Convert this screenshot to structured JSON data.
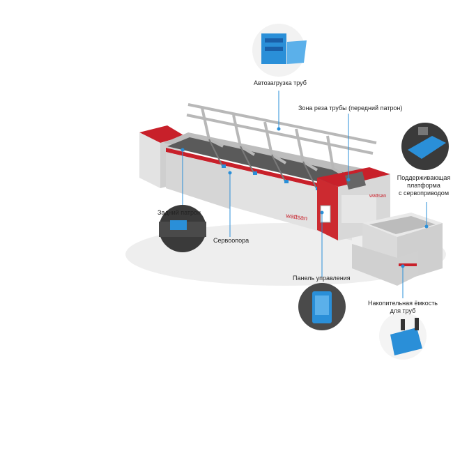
{
  "labels": {
    "autoload": "Автозагрузка труб",
    "cut_zone": "Зона реза трубы (передний патрон)",
    "support_line1": "Поддерживающая",
    "support_line2": "платформа",
    "support_line3": "с сервоприводом",
    "rear_chuck": "Задний патрон",
    "servo_support": "Сервоопора",
    "control_panel": "Панель управления",
    "storage_line1": "Накопительная ёмкость",
    "storage_line2": "для труб"
  },
  "brand": "wattsan",
  "colors": {
    "accent_red": "#c8202a",
    "machine_grey": "#d9d9d9",
    "dark_grey": "#4a4a4a",
    "callout_blue": "#2a8fd8",
    "thumb_bg": "#3a3a3a"
  }
}
